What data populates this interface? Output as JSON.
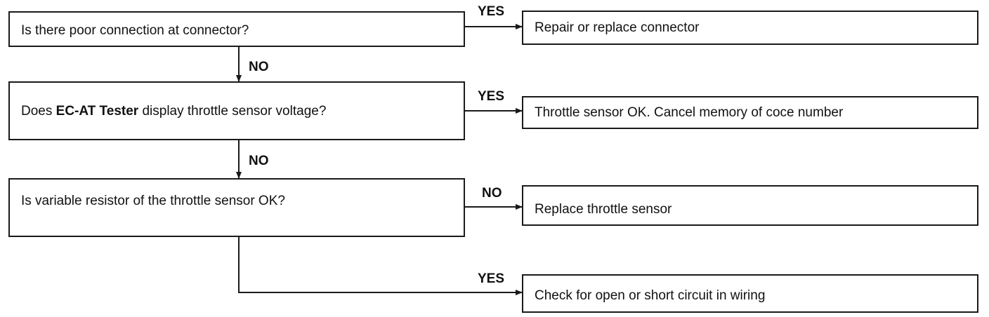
{
  "questions": {
    "q1": {
      "text": "Is there poor connection at connector?"
    },
    "q2": {
      "prefix": "Does ",
      "bold": "EC-AT Tester",
      "suffix": " display throttle sensor voltage?"
    },
    "q3": {
      "text": "Is variable resistor of the throttle sensor OK?"
    }
  },
  "results": {
    "r1": "Repair or replace connector",
    "r2": "Throttle sensor OK. Cancel memory of coce number",
    "r3": "Replace throttle sensor",
    "r4": "Check for open or short circuit in wiring"
  },
  "edge_labels": {
    "q1_yes": "YES",
    "q1_no": "NO",
    "q2_yes": "YES",
    "q2_no": "NO",
    "q3_no": "NO",
    "q3_yes": "YES"
  }
}
